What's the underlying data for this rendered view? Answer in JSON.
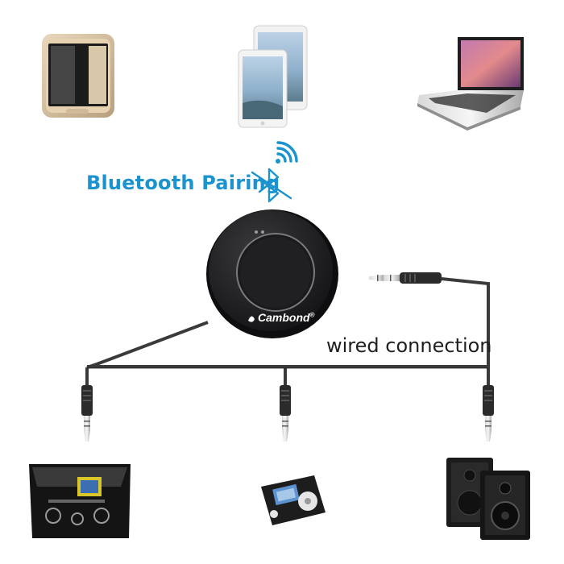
{
  "labels": {
    "bluetooth_pairing": "Bluetooth Pairing",
    "wired_connection": "wired connection",
    "brand": "Cambond",
    "brand_mark": "®"
  },
  "colors": {
    "accent_blue": "#1a93cf",
    "device_body": "#1c1c1e",
    "cable": "#3a3a3a"
  },
  "icons": {
    "bluetooth": "bluetooth-icon",
    "wifi_signal": "signal-waves-icon"
  },
  "devices": {
    "top": [
      "smartphone",
      "tablets",
      "laptop"
    ],
    "bottom": [
      "car-stereo",
      "mp3-player",
      "speakers"
    ]
  }
}
